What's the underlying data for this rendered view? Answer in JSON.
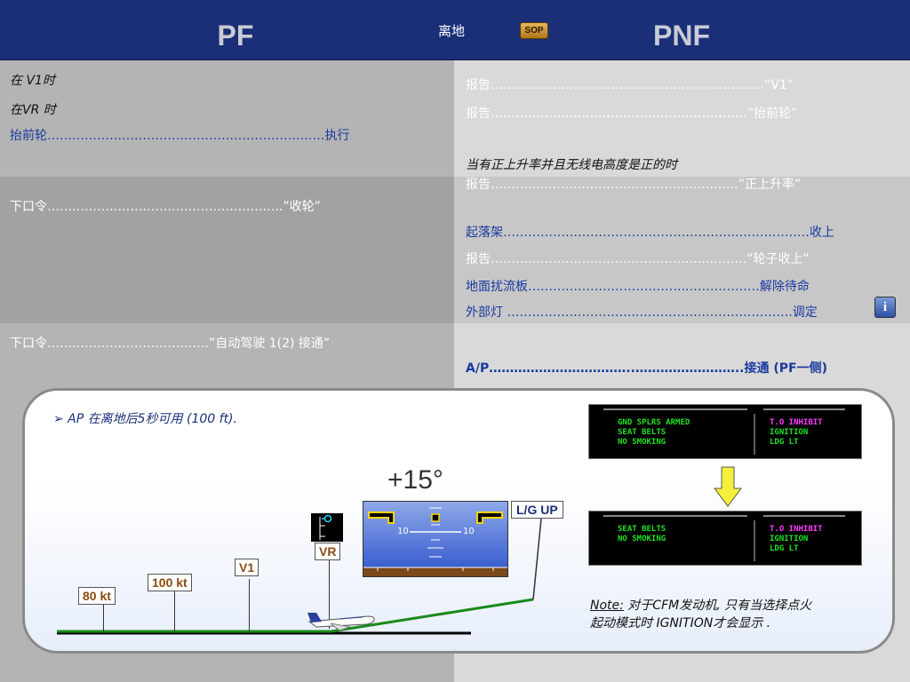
{
  "header": {
    "pf": "PF",
    "title": "离地",
    "sop": "SOP",
    "pnf": "PNF"
  },
  "pf": {
    "at_v1": "在 V1时",
    "at_vr": "在VR 时",
    "rotate": "抬前轮…………………………………………………….……执行",
    "gear_cmd": "下口令…………………………….…………………..”收轮”",
    "ap_cmd": "下口令…………………………………”自动驾驶 1(2) 接通”"
  },
  "pnf": {
    "call_v1": "报告…………………………………………………………”V1”",
    "call_rotate": "报告…………………..…………………………………”抬前轮”",
    "condition": "当有正上升率并且无线电高度是正的时",
    "call_pos_climb": "报告…………..…………………………..………..…”正上升率”",
    "gear": "起落架………………………………………………..………………收上",
    "call_gear_up": "报告……………………..……………………..……….”轮子收上”",
    "spoilers": "地面扰流板………………………………..………………解除待命",
    "ext_lights": "外部灯 …………………………..……………………………….调定",
    "info": "i",
    "ap": "A/P……………………………..……………………..接通 (PF一侧)"
  },
  "diagram": {
    "bullet": "➢ AP 在离地后5秒可用 (100 ft).",
    "pitch": "+15°",
    "pfd_10_left": "10",
    "pfd_10_right": "10",
    "lg_up": "L/G UP",
    "vr": "VR",
    "v1": "V1",
    "kt100": "100 kt",
    "kt80": "80 kt",
    "note_label": "Note:",
    "note_text1": " 对于CFM发动机, 只有当选择点火",
    "note_text2": "起动模式时 IGNITION才会显示 .",
    "ecam_top": {
      "left": [
        "GND SPLRS ARMED",
        "SEAT BELTS",
        "NO SMOKING"
      ],
      "right": [
        "T.O INHIBIT",
        "IGNITION",
        "LDG LT"
      ]
    },
    "ecam_bottom": {
      "left": [
        "SEAT BELTS",
        "NO SMOKING"
      ],
      "right": [
        "T.O INHIBIT",
        "IGNITION",
        "LDG LT"
      ]
    }
  },
  "colors": {
    "header_bg": "#1b2f78",
    "text_blue": "#1a3aa0",
    "ecam_green": "#22e022",
    "ecam_magenta": "#ff3cff",
    "runway_green": "#1a8a1a",
    "arrow_yellow": "#f5f03a"
  },
  "icons": [
    "sop-icon",
    "info-icon",
    "arrow-down-icon",
    "aircraft-icon"
  ]
}
